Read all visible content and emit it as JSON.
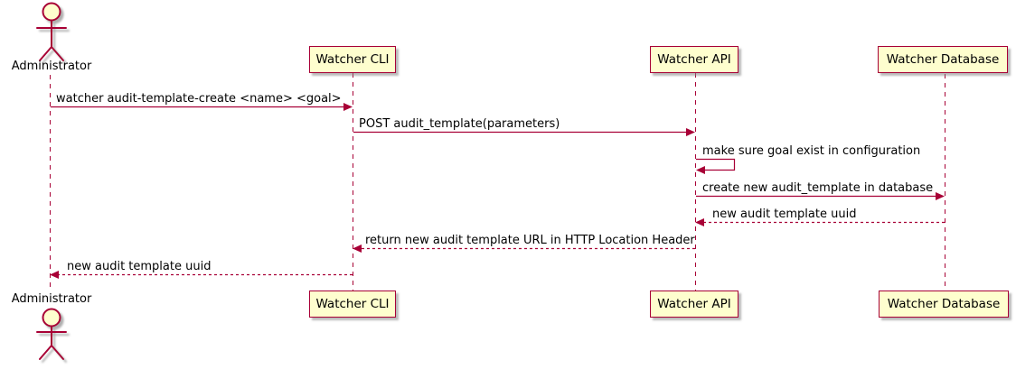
{
  "diagram": {
    "type": "sequence-diagram",
    "colors": {
      "accent": "#A80036",
      "participant_fill": "#FEFECE",
      "text": "#000000",
      "background": "#FFFFFF"
    },
    "actor": {
      "label": "Administrator"
    },
    "participants": [
      {
        "label": "Watcher CLI"
      },
      {
        "label": "Watcher API"
      },
      {
        "label": "Watcher Database"
      }
    ],
    "messages": [
      {
        "from": "Administrator",
        "to": "Watcher CLI",
        "text": "watcher audit-template-create <name> <goal>",
        "line": "solid"
      },
      {
        "from": "Watcher CLI",
        "to": "Watcher API",
        "text": "POST audit_template(parameters)",
        "line": "solid"
      },
      {
        "from": "Watcher API",
        "to": "Watcher API",
        "text": "make sure goal exist in configuration",
        "line": "self"
      },
      {
        "from": "Watcher API",
        "to": "Watcher Database",
        "text": "create new audit_template in database",
        "line": "solid"
      },
      {
        "from": "Watcher Database",
        "to": "Watcher API",
        "text": "new audit template uuid",
        "line": "dashed"
      },
      {
        "from": "Watcher API",
        "to": "Watcher CLI",
        "text": "return new audit template URL in HTTP Location Header",
        "line": "dashed"
      },
      {
        "from": "Watcher CLI",
        "to": "Administrator",
        "text": "new audit template uuid",
        "line": "dashed"
      }
    ]
  }
}
